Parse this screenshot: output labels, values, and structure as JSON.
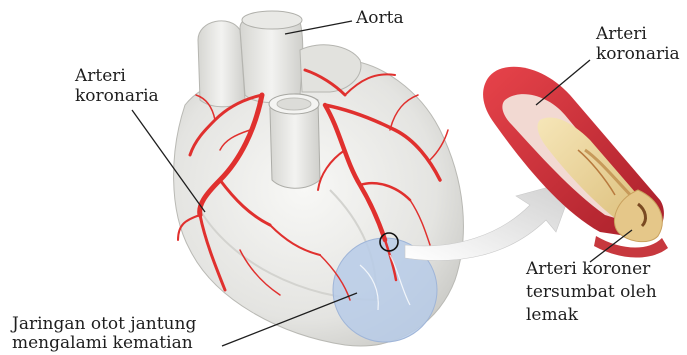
{
  "labels": {
    "aorta": "Aorta",
    "coronary_left_line1": "Arteri",
    "coronary_left_line2": "koronaria",
    "coronary_right_line1": "Arteri",
    "coronary_right_line2": "koronaria",
    "blocked_line1": "Arteri koroner",
    "blocked_line2": "tersumbat oleh",
    "blocked_line3": "lemak",
    "tissue_line1": "Jaringan otot jantung",
    "tissue_line2": "mengalami kematian"
  },
  "colors": {
    "heart": "#ececea",
    "artery": "#e0302e",
    "necrosis": "#b7cbe8",
    "vessel_wall": "#c8323a",
    "plaque": "#ecd7a0",
    "arrow": "#dcdcdc"
  }
}
